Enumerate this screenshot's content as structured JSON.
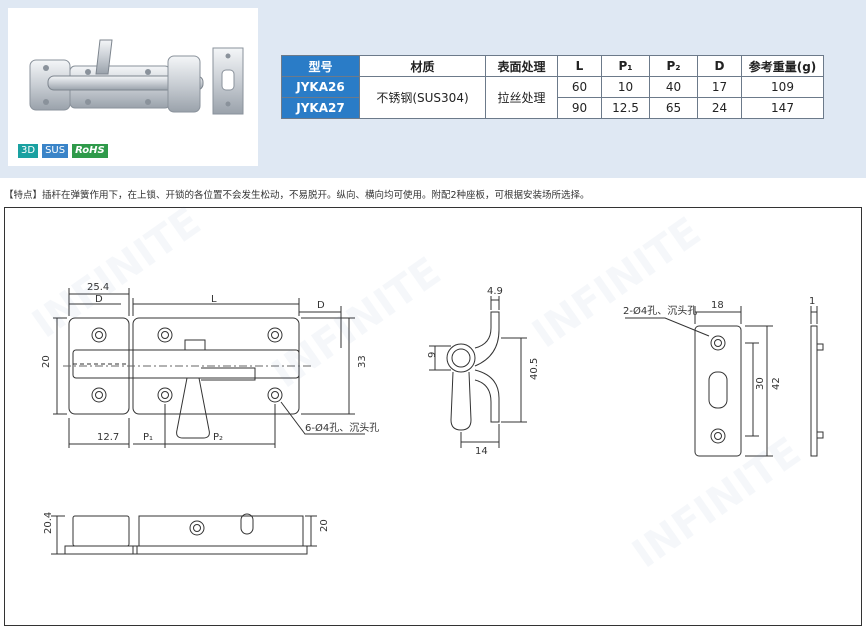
{
  "badges": {
    "b3d": "3D",
    "sus": "SUS",
    "rohs": "RoHS"
  },
  "table": {
    "headers": [
      "型号",
      "材质",
      "表面处理",
      "L",
      "P₁",
      "P₂",
      "D",
      "参考重量(g)"
    ],
    "material": "不锈钢(SUS304)",
    "finish": "拉丝处理",
    "rows": [
      {
        "model": "JYKA26",
        "L": "60",
        "P1": "10",
        "P2": "40",
        "D": "17",
        "weight": "109"
      },
      {
        "model": "JYKA27",
        "L": "90",
        "P1": "12.5",
        "P2": "65",
        "D": "24",
        "weight": "147"
      }
    ]
  },
  "feature_text": "【特点】插杆在弹簧作用下，在上锁、开锁的各位置不会发生松动，不易脱开。纵向、横向均可使用。附配2种座板，可根据安装场所选择。",
  "dims": {
    "d25_4": "25.4",
    "D": "D",
    "L": "L",
    "d20": "20",
    "d33": "33",
    "d12_7": "12.7",
    "P1": "P₁",
    "P2": "P₂",
    "hole6": "6-Ø4孔、沉头孔",
    "d4_9": "4.9",
    "d9": "9",
    "d40_5": "40.5",
    "d14": "14",
    "hole2": "2-Ø4孔、沉头孔",
    "d18": "18",
    "d30": "30",
    "d42": "42",
    "d1": "1",
    "d20_4": "20.4"
  },
  "watermark": "INFINITE"
}
